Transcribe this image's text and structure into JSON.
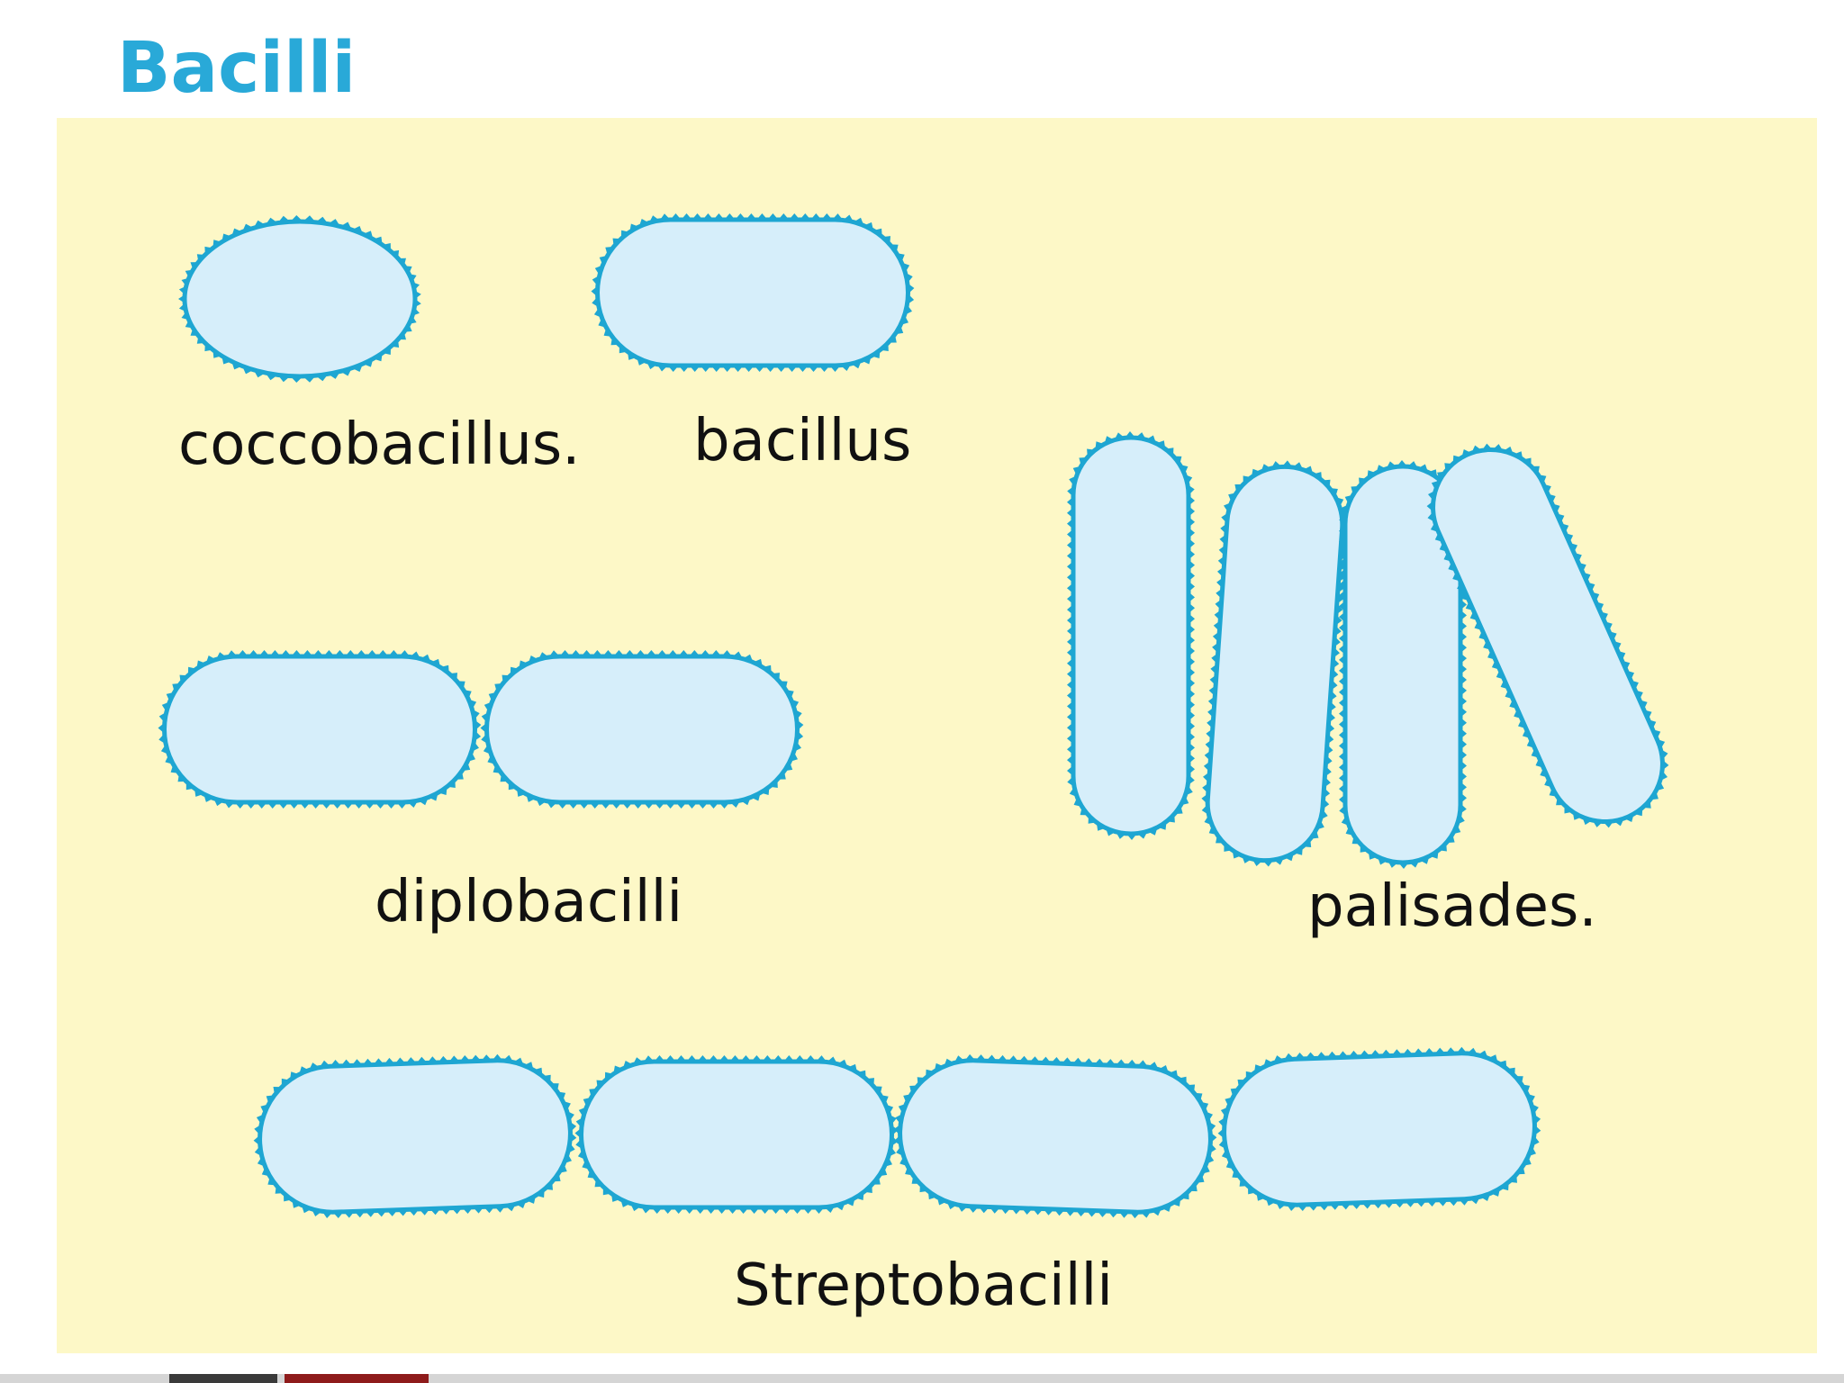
{
  "slide": {
    "title": "Bacilli"
  },
  "labels": {
    "coccobacillus": "coccobacillus.",
    "bacillus": "bacillus",
    "diplobacilli": "diplobacilli",
    "palisades": "palisades.",
    "streptobacilli": "Streptobacilli"
  },
  "colors": {
    "title": "#29a9d8",
    "panel_background": "#fdf8c7",
    "cell_fill": "#d6eefa",
    "cell_outline": "#1ea6d2",
    "label_text": "#111111",
    "footer_dark": "#3a3a3a",
    "footer_red": "#8e1b1b"
  }
}
